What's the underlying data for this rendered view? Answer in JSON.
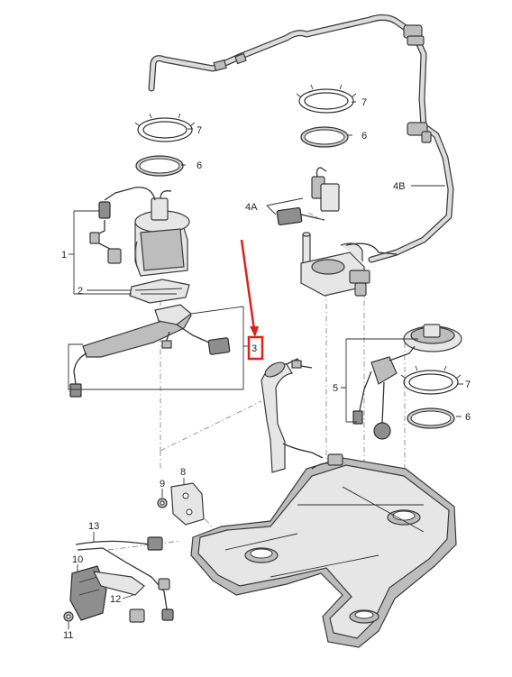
{
  "labels": {
    "l1": "1",
    "l2": "2",
    "l3": "3",
    "l4a": "4A",
    "l4b": "4B",
    "l5": "5",
    "l6a": "6",
    "l6b": "6",
    "l6c": "6",
    "l7a": "7",
    "l7b": "7",
    "l7c": "7",
    "l8": "8",
    "l9": "9",
    "l10": "10",
    "l11": "11",
    "l12": "12",
    "l13": "13"
  },
  "colors": {
    "highlight": "#e0201a",
    "line": "#333333",
    "part_fill": "#e6e6e6",
    "part_dark": "#8e8e8e"
  }
}
